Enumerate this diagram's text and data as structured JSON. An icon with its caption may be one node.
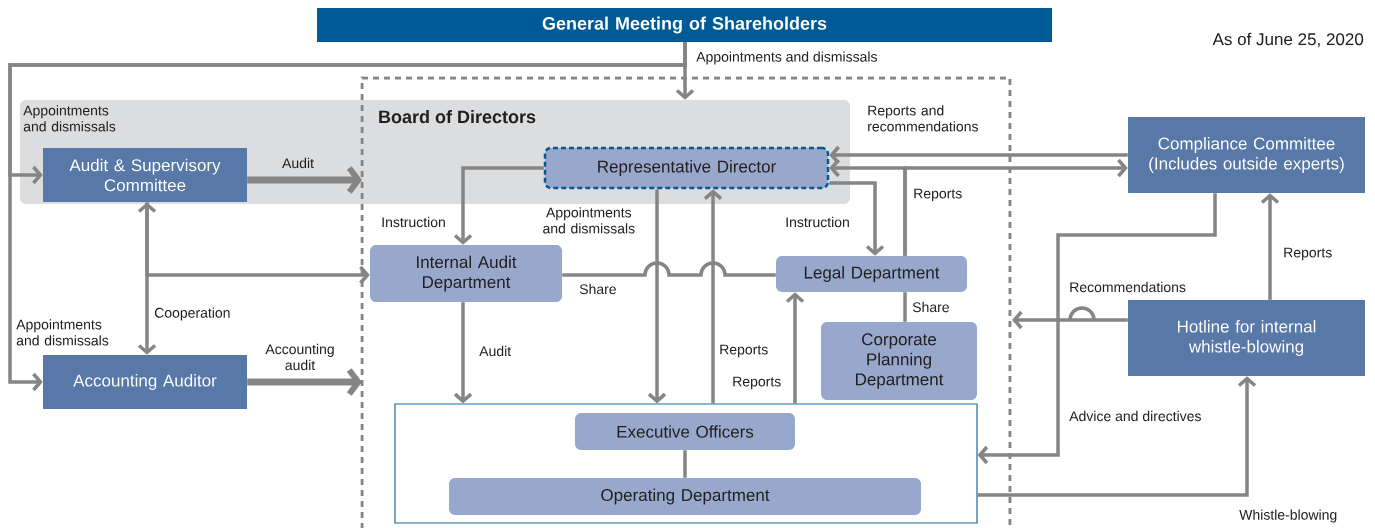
{
  "diagram": {
    "nodes": [
      {
        "text": [
          "General Meeting of Shareholders"
        ]
      },
      {
        "text": [
          "Board of Directors"
        ]
      },
      {
        "text": [
          "Audit & Supervisory Committee"
        ],
        "in": 1
      },
      {
        "text": [
          "Representative Director"
        ],
        "in": 1
      },
      {
        "text": [
          "Internal Audit Department"
        ]
      },
      {
        "text": [
          "Legal Department"
        ]
      },
      {
        "text": [
          "Corporate Planning Department"
        ]
      },
      {
        "text": [],
        "shape": "box"
      },
      {
        "text": [
          "Executive Officers"
        ],
        "in": 7
      },
      {
        "text": [
          "Operating Department"
        ],
        "in": 7
      },
      {
        "text": [
          "Compliance Committee (Includes outside experts)"
        ]
      },
      {
        "text": [
          "Hotline for internal whistle-blowing"
        ]
      },
      {
        "text": [
          "Accounting Auditor"
        ]
      }
    ],
    "edges": [
      {
        "from": 0,
        "to": 1,
        "arrow": "to",
        "label": "Appointments and dismissals"
      },
      {
        "from": 0,
        "to": 2,
        "arrow": "to",
        "label": "Appointments and dismissals"
      },
      {
        "from": 0,
        "to": 12,
        "arrow": "to",
        "label": "Appointments and dismissals"
      },
      {
        "from": 2,
        "to": null,
        "arrow": "to",
        "label": "Audit",
        "style": "thick"
      },
      {
        "from": 12,
        "to": null,
        "arrow": "to",
        "label": "Accounting audit",
        "style": "thick"
      },
      {
        "from": 2,
        "to": 12,
        "arrow": "both",
        "label": "Cooperation"
      },
      {
        "from": 2,
        "to": 4,
        "arrow": "to"
      },
      {
        "from": 3,
        "to": 4,
        "arrow": "to",
        "label": "Instruction"
      },
      {
        "from": 3,
        "to": 5,
        "arrow": "to",
        "label": "Instruction"
      },
      {
        "from": 3,
        "to": 7,
        "arrow": "to",
        "label": "Appointments and dismissals"
      },
      {
        "from": 7,
        "to": 3,
        "arrow": "to",
        "label": "Reports"
      },
      {
        "from": 7,
        "to": 5,
        "arrow": "to",
        "label": "Reports"
      },
      {
        "from": 4,
        "to": 7,
        "arrow": "to",
        "label": "Audit"
      },
      {
        "from": 4,
        "to": 5,
        "arrow": "none",
        "label": "Share"
      },
      {
        "from": 5,
        "to": 6,
        "arrow": "none",
        "label": "Share"
      },
      {
        "from": 5,
        "to": 3,
        "arrow": "to",
        "label": "Reports"
      },
      {
        "from": 5,
        "to": 10,
        "arrow": "to"
      },
      {
        "from": 10,
        "to": 3,
        "arrow": "to",
        "label": "Reports and recommendations"
      },
      {
        "from": 10,
        "to": 7,
        "arrow": "to",
        "label": "Advice and directives"
      },
      {
        "from": 11,
        "to": null,
        "arrow": "to",
        "label": "Recommendations"
      },
      {
        "from": 11,
        "to": 10,
        "arrow": "to",
        "label": "Reports"
      },
      {
        "from": 7,
        "to": 11,
        "arrow": "to",
        "label": "Whistle-blowing"
      },
      {
        "from": 8,
        "to": 9,
        "arrow": "none"
      }
    ],
    "labels": [
      "As of June 25, 2020"
    ]
  }
}
